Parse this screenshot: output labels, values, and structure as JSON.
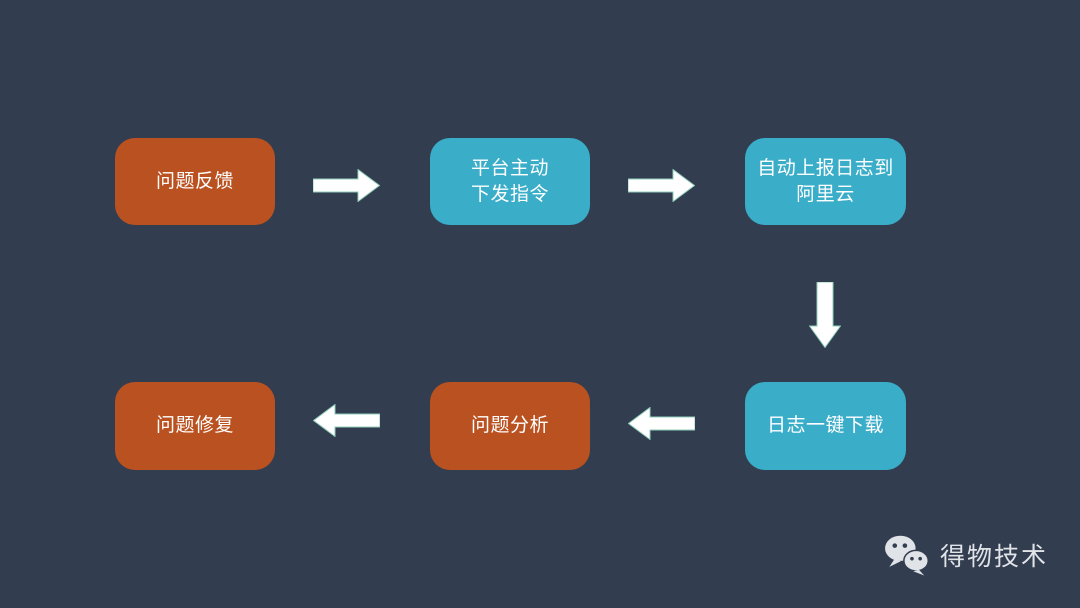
{
  "canvas": {
    "background": "#323D4F"
  },
  "colors": {
    "orange_node": "#BA5120",
    "teal_node": "#3AADC9",
    "node_text": "#FFFFFF",
    "arrow_fill": "#FFFFFF",
    "arrow_outline": "#8FCDB9",
    "footer_text": "#E0E3E7"
  },
  "flow": {
    "nodes": [
      {
        "id": "issue-feedback",
        "label": "问题反馈",
        "color": "#BA5120"
      },
      {
        "id": "platform-dispatch",
        "label": "平台主动\n下发指令",
        "color": "#3AADC9"
      },
      {
        "id": "auto-upload-logs",
        "label": "自动上报日志到\n阿里云",
        "color": "#3AADC9"
      },
      {
        "id": "one-click-download",
        "label": "日志一键下载",
        "color": "#3AADC9"
      },
      {
        "id": "issue-analysis",
        "label": "问题分析",
        "color": "#BA5120"
      },
      {
        "id": "issue-fix",
        "label": "问题修复",
        "color": "#BA5120"
      }
    ],
    "connectors": [
      {
        "from": "issue-feedback",
        "to": "platform-dispatch",
        "direction": "right"
      },
      {
        "from": "platform-dispatch",
        "to": "auto-upload-logs",
        "direction": "right"
      },
      {
        "from": "auto-upload-logs",
        "to": "one-click-download",
        "direction": "down"
      },
      {
        "from": "one-click-download",
        "to": "issue-analysis",
        "direction": "left"
      },
      {
        "from": "issue-analysis",
        "to": "issue-fix",
        "direction": "left"
      }
    ]
  },
  "footer": {
    "icon": "wechat-icon",
    "brand": "得物技术"
  }
}
